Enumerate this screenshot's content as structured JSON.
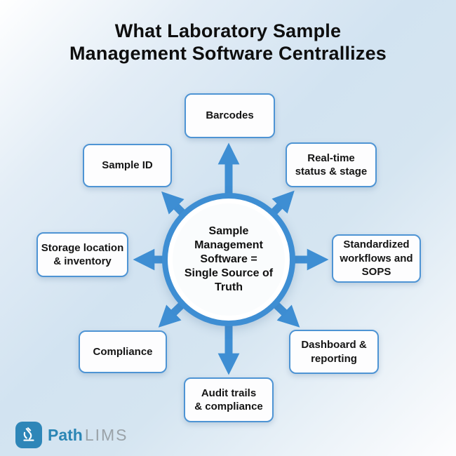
{
  "title": {
    "line1": "What Laboratory Sample",
    "line2": "Management Software Centrallizes"
  },
  "center": {
    "lines": [
      "Sample",
      "Management",
      "Software =",
      "Single Source of",
      "Truth"
    ]
  },
  "nodes": {
    "barcodes": {
      "lines": [
        "Barcodes"
      ]
    },
    "sample_id": {
      "lines": [
        "Sample ID"
      ]
    },
    "realtime": {
      "lines": [
        "Real-time",
        "status & stage"
      ]
    },
    "storage": {
      "lines": [
        "Storage location",
        "& inventory"
      ]
    },
    "standardized": {
      "lines": [
        "Standardized",
        "workflows and",
        "SOPS"
      ]
    },
    "compliance": {
      "lines": [
        "Compliance"
      ]
    },
    "audit": {
      "lines": [
        "Audit trails",
        "& compliance"
      ]
    },
    "dashboard": {
      "lines": [
        "Dashboard &",
        "reporting"
      ]
    }
  },
  "logo": {
    "brand_bold": "Path",
    "brand_light": "LIMS"
  },
  "colors": {
    "arrow_blue": "#3e8ed3",
    "box_border_blue": "#4e94d4",
    "logo_teal": "#2e86b8",
    "background_blue": "#d2e3f1",
    "text_black": "#0e0e0e"
  }
}
